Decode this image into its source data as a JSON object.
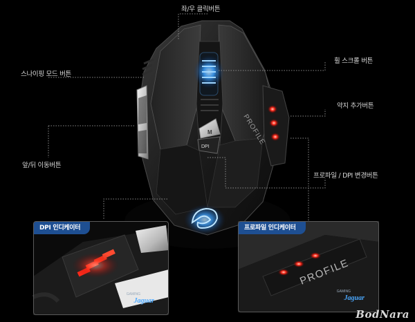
{
  "callouts": {
    "left_right_click": "좌/우 클릭버튼",
    "wheel_scroll": "휠 스크롤 버튼",
    "sniping_mode": "스나이핑 모드 버튼",
    "thumb_add": "약지 추가버튼",
    "back_forward": "앞/뒤 이동버튼",
    "profile_dpi": "프로파일 / DPI 변경버튼"
  },
  "mouse_text": {
    "profile": "PROFILE",
    "m_button": "M",
    "dpi_button": "DPI"
  },
  "insets": {
    "dpi": {
      "tag": "DPI 인디케이터",
      "brand_small": "GAMING",
      "brand_script": "Jaguar"
    },
    "profile": {
      "tag": "프로파일 인디케이터",
      "profile_text": "PROFILE",
      "brand_small": "GAMING",
      "brand_script": "Jaguar"
    }
  },
  "watermark": "BodNara",
  "colors": {
    "led_blue": "#3aa0ff",
    "led_red": "#ff2a1a",
    "tag_blue": "#1e4f92"
  }
}
